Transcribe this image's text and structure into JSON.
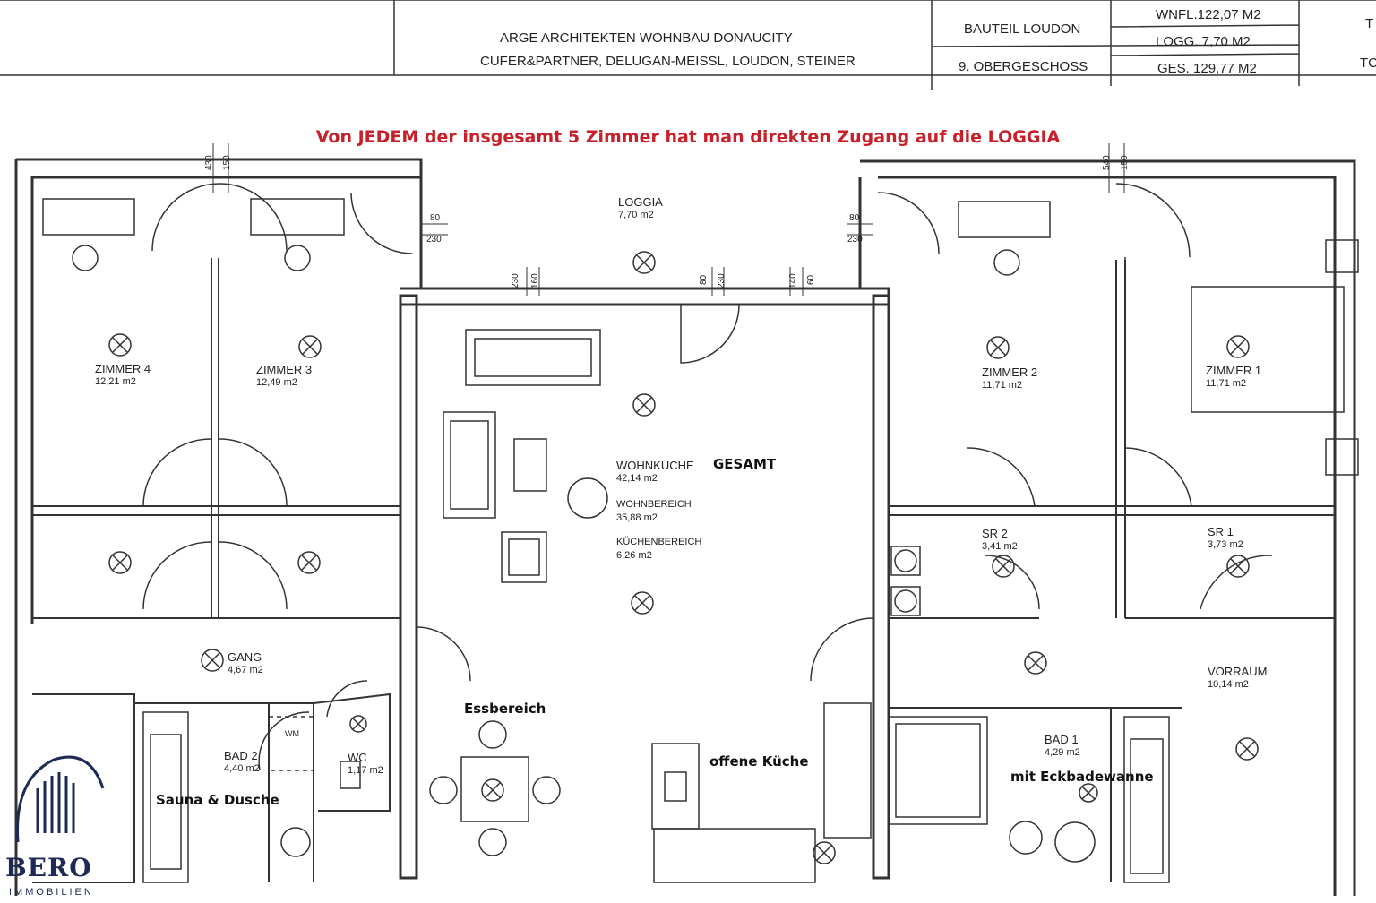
{
  "title_block": {
    "architects_line1": "ARGE ARCHITEKTEN WOHNBAU DONAUCITY",
    "architects_line2": "CUFER&PARTNER, DELUGAN-MEISSL, LOUDON, STEINER",
    "bauteil": "BAUTEIL LOUDON",
    "floor": "9. OBERGESCHOSS",
    "wnfl": "WNFL.122,07 M2",
    "logg": "LOGG.  7,70 M2",
    "ges": "GES.  129,77 M2",
    "edge_t1": "T",
    "edge_t2": "TC"
  },
  "headline": "Von JEDEM der insgesamt 5 Zimmer hat man direkten Zugang auf die LOGGIA",
  "rooms": {
    "loggia": {
      "name": "LOGGIA",
      "area": "7,70 m2"
    },
    "zimmer4": {
      "name": "ZIMMER 4",
      "area": "12,21 m2"
    },
    "zimmer3": {
      "name": "ZIMMER 3",
      "area": "12,49 m2"
    },
    "zimmer2": {
      "name": "ZIMMER 2",
      "area": "11,71 m2"
    },
    "zimmer1": {
      "name": "ZIMMER 1",
      "area": "11,71 m2"
    },
    "wohnkueche": {
      "name": "WOHNKÜCHE",
      "area": "42,14 m2"
    },
    "wohnkueche_note": "GESAMT",
    "wohnbereich": {
      "name": "WOHNBEREICH",
      "area": "35,88 m2"
    },
    "kuechenbereich": {
      "name": "KÜCHENBEREICH",
      "area": "6,26 m2"
    },
    "gang": {
      "name": "GANG",
      "area": "4,67 m2"
    },
    "bad2": {
      "name": "BAD 2",
      "area": "4,40 m2"
    },
    "wc": {
      "name": "WC",
      "area": "1,17 m2"
    },
    "sr2": {
      "name": "SR 2",
      "area": "3,41 m2"
    },
    "sr1": {
      "name": "SR 1",
      "area": "3,73 m2"
    },
    "vorraum": {
      "name": "VORRAUM",
      "area": "10,14 m2"
    },
    "bad1": {
      "name": "BAD 1",
      "area": "4,29 m2"
    },
    "wm": "WM"
  },
  "annotations": {
    "essbereich": "Essbereich",
    "offene_kueche": "offene Küche",
    "sauna": "Sauna & Dusche",
    "eckbadewanne": "mit Eckbadewanne"
  },
  "dimensions": {
    "d430": "430",
    "d150a": "150",
    "d540": "540",
    "d150b": "150",
    "d80a": "80",
    "d230a": "230",
    "d80b": "80",
    "d230b": "230",
    "d230c": "230",
    "d160": "160",
    "d80c": "80",
    "d230d": "230",
    "d140": "140",
    "d60": "60"
  },
  "logo": {
    "name": "BERO",
    "sub": "IMMOBILIEN"
  },
  "colors": {
    "headline": "#c8202a",
    "logo": "#1d2a55",
    "line": "#333333"
  }
}
